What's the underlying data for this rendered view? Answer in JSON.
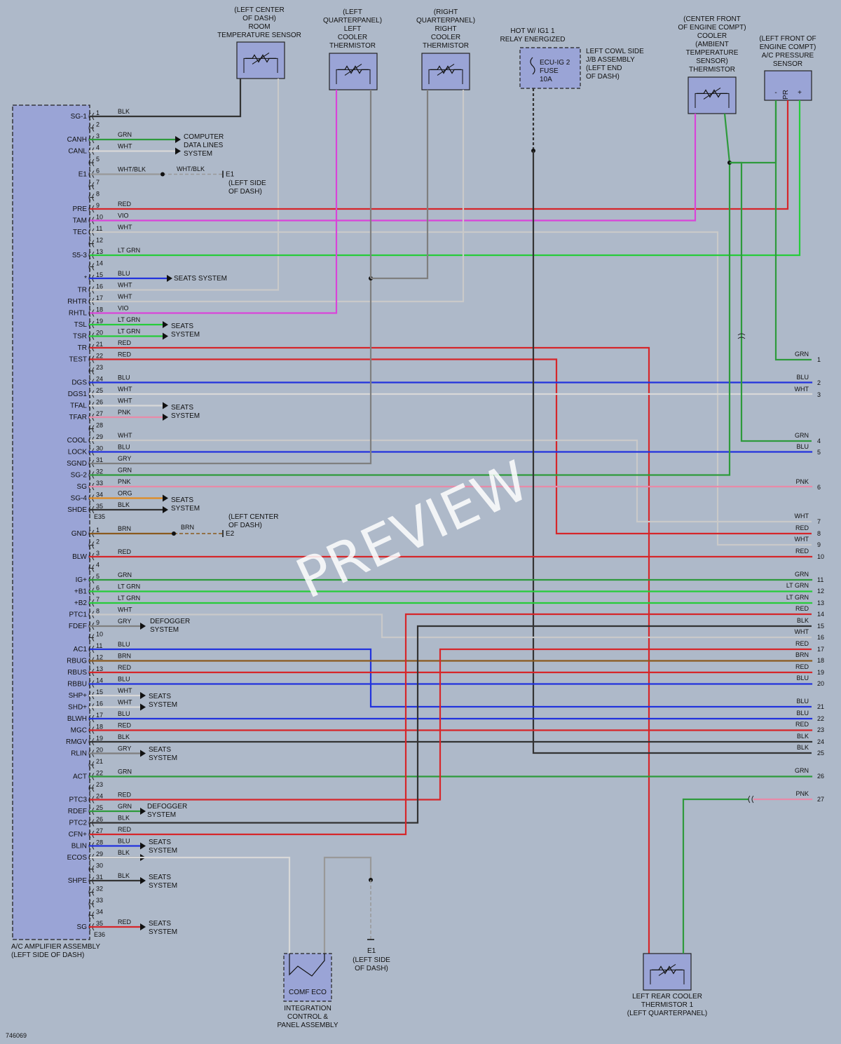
{
  "diagram_id": "746069",
  "watermark": "PREVIEW",
  "colors": {
    "background": "#aeb9c9",
    "box_fill": "#9aa4d6",
    "BLK": "#333333",
    "WHT": "#e0e0e0",
    "GRN": "#2e9a3c",
    "LT GRN": "#26cc3a",
    "RED": "#d6262a",
    "VIO": "#d944d9",
    "BLU": "#2233dd",
    "GRY": "#7f7f7f",
    "PNK": "#e88aa8",
    "BRN": "#8a5a1e",
    "ORG": "#e08a20",
    "WHT/BLK": "#999999"
  },
  "amplifier": {
    "title_line1": "A/C AMPLIFIER ASSEMBLY",
    "title_line2": "(LEFT SIDE OF DASH)",
    "connector_top": "E35",
    "connector_bottom": "E36",
    "pins_top": [
      {
        "pin": "1",
        "sig": "SG-1",
        "color": "BLK"
      },
      {
        "pin": "2",
        "sig": "",
        "color": ""
      },
      {
        "pin": "3",
        "sig": "CANH",
        "color": "GRN"
      },
      {
        "pin": "4",
        "sig": "CANL",
        "color": "WHT"
      },
      {
        "pin": "5",
        "sig": "",
        "color": ""
      },
      {
        "pin": "6",
        "sig": "E1",
        "color": "WHT/BLK"
      },
      {
        "pin": "7",
        "sig": "",
        "color": ""
      },
      {
        "pin": "8",
        "sig": "",
        "color": ""
      },
      {
        "pin": "9",
        "sig": "PRE",
        "color": "RED"
      },
      {
        "pin": "10",
        "sig": "TAM",
        "color": "VIO"
      },
      {
        "pin": "11",
        "sig": "TEC",
        "color": "WHT"
      },
      {
        "pin": "12",
        "sig": "",
        "color": ""
      },
      {
        "pin": "13",
        "sig": "S5-3",
        "color": "LT GRN"
      },
      {
        "pin": "14",
        "sig": "",
        "color": ""
      },
      {
        "pin": "15",
        "sig": "*",
        "color": "BLU"
      },
      {
        "pin": "16",
        "sig": "TR",
        "color": "WHT"
      },
      {
        "pin": "17",
        "sig": "RHTR",
        "color": "WHT"
      },
      {
        "pin": "18",
        "sig": "RHTL",
        "color": "VIO"
      },
      {
        "pin": "19",
        "sig": "TSL",
        "color": "LT GRN"
      },
      {
        "pin": "20",
        "sig": "TSR",
        "color": "LT GRN"
      },
      {
        "pin": "21",
        "sig": "TR",
        "color": "RED"
      },
      {
        "pin": "22",
        "sig": "TEST",
        "color": "RED"
      },
      {
        "pin": "23",
        "sig": "",
        "color": ""
      },
      {
        "pin": "24",
        "sig": "DGS",
        "color": "BLU"
      },
      {
        "pin": "25",
        "sig": "DGS1",
        "color": "WHT"
      },
      {
        "pin": "26",
        "sig": "TFAL",
        "color": "WHT"
      },
      {
        "pin": "27",
        "sig": "TFAR",
        "color": "PNK"
      },
      {
        "pin": "28",
        "sig": "",
        "color": ""
      },
      {
        "pin": "29",
        "sig": "COOL",
        "color": "WHT"
      },
      {
        "pin": "30",
        "sig": "LOCK",
        "color": "BLU"
      },
      {
        "pin": "31",
        "sig": "SGND",
        "color": "GRY"
      },
      {
        "pin": "32",
        "sig": "SG-2",
        "color": "GRN"
      },
      {
        "pin": "33",
        "sig": "SG",
        "color": "PNK"
      },
      {
        "pin": "34",
        "sig": "SG-4",
        "color": "ORG"
      },
      {
        "pin": "35",
        "sig": "SHDE",
        "color": "BLK"
      }
    ],
    "pins_bottom": [
      {
        "pin": "1",
        "sig": "GND",
        "color": "BRN"
      },
      {
        "pin": "2",
        "sig": "",
        "color": ""
      },
      {
        "pin": "3",
        "sig": "BLW",
        "color": "RED"
      },
      {
        "pin": "4",
        "sig": "",
        "color": ""
      },
      {
        "pin": "5",
        "sig": "IG+",
        "color": "GRN"
      },
      {
        "pin": "6",
        "sig": "+B1",
        "color": "LT GRN"
      },
      {
        "pin": "7",
        "sig": "+B2",
        "color": "LT GRN"
      },
      {
        "pin": "8",
        "sig": "PTC1",
        "color": "WHT"
      },
      {
        "pin": "9",
        "sig": "FDEF",
        "color": "GRY"
      },
      {
        "pin": "10",
        "sig": "",
        "color": ""
      },
      {
        "pin": "11",
        "sig": "AC1",
        "color": "BLU"
      },
      {
        "pin": "12",
        "sig": "RBUG",
        "color": "BRN"
      },
      {
        "pin": "13",
        "sig": "RBUS",
        "color": "RED"
      },
      {
        "pin": "14",
        "sig": "RBBU",
        "color": "BLU"
      },
      {
        "pin": "15",
        "sig": "SHP+",
        "color": "WHT"
      },
      {
        "pin": "16",
        "sig": "SHD+",
        "color": "WHT"
      },
      {
        "pin": "17",
        "sig": "BLWH",
        "color": "BLU"
      },
      {
        "pin": "18",
        "sig": "MGC",
        "color": "RED"
      },
      {
        "pin": "19",
        "sig": "RMGV",
        "color": "BLK"
      },
      {
        "pin": "20",
        "sig": "RLIN",
        "color": "GRY"
      },
      {
        "pin": "21",
        "sig": "",
        "color": ""
      },
      {
        "pin": "22",
        "sig": "ACT",
        "color": "GRN"
      },
      {
        "pin": "23",
        "sig": "",
        "color": ""
      },
      {
        "pin": "24",
        "sig": "PTC3",
        "color": "RED"
      },
      {
        "pin": "25",
        "sig": "RDEF",
        "color": "GRN"
      },
      {
        "pin": "26",
        "sig": "PTC2",
        "color": "BLK"
      },
      {
        "pin": "27",
        "sig": "CFN+",
        "color": "RED"
      },
      {
        "pin": "28",
        "sig": "BLIN",
        "color": "BLU"
      },
      {
        "pin": "29",
        "sig": "ECOS",
        "color": "BLK"
      },
      {
        "pin": "30",
        "sig": "",
        "color": ""
      },
      {
        "pin": "31",
        "sig": "SHPE",
        "color": "BLK"
      },
      {
        "pin": "32",
        "sig": "",
        "color": ""
      },
      {
        "pin": "33",
        "sig": "",
        "color": ""
      },
      {
        "pin": "34",
        "sig": "",
        "color": ""
      },
      {
        "pin": "35",
        "sig": "SG",
        "color": "RED"
      }
    ]
  },
  "components": {
    "room_sensor": [
      "(LEFT CENTER",
      "OF DASH)",
      "ROOM",
      "TEMPERATURE SENSOR"
    ],
    "left_thermistor": [
      "(LEFT",
      "QUARTERPANEL)",
      "LEFT",
      "COOLER",
      "THERMISTOR"
    ],
    "right_thermistor": [
      "(RIGHT",
      "QUARTERPANEL)",
      "RIGHT",
      "COOLER",
      "THERMISTOR"
    ],
    "hot_label": [
      "HOT W/ IG1 1",
      "RELAY ENERGIZED"
    ],
    "fuse": [
      "ECU-IG 2",
      "FUSE",
      "10A"
    ],
    "jb": [
      "LEFT COWL SIDE",
      "J/B ASSEMBLY",
      "(LEFT END",
      "OF DASH)"
    ],
    "ambient": [
      "(CENTER FRONT",
      "OF ENGINE COMPT)",
      "COOLER",
      "(AMBIENT",
      "TEMPERATURE",
      "SENSOR)",
      "THERMISTOR"
    ],
    "pressure": [
      "(LEFT FRONT OF",
      "ENGINE COMPT)",
      "A/C PRESSURE",
      "SENSOR"
    ],
    "pressure_pins": [
      "-",
      "PR",
      "+"
    ],
    "integration": [
      "INTEGRATION",
      "CONTROL &",
      "PANEL ASSEMBLY"
    ],
    "comf_eco": "COMF ECO",
    "rear_thermistor": [
      "LEFT REAR COOLER",
      "THERMISTOR 1",
      "(LEFT QUARTERPANEL)"
    ],
    "ground_e1_top": [
      "(LEFT SIDE",
      "OF DASH)"
    ],
    "ground_e2": [
      "(LEFT CENTER",
      "OF DASH)"
    ],
    "ground_e1_bottom": [
      "(LEFT SIDE",
      "OF DASH)"
    ]
  },
  "systems": {
    "computer_data": [
      "COMPUTER",
      "DATA LINES",
      "SYSTEM"
    ],
    "seats": [
      "SEATS",
      "SYSTEM"
    ],
    "seats_one_line": "SEATS SYSTEM",
    "defogger": [
      "DEFOGGER",
      "SYSTEM"
    ]
  },
  "right_terminals": [
    {
      "n": "1",
      "color": "GRN"
    },
    {
      "n": "2",
      "color": "BLU"
    },
    {
      "n": "3",
      "color": "WHT"
    },
    {
      "n": "4",
      "color": "GRN"
    },
    {
      "n": "5",
      "color": "BLU"
    },
    {
      "n": "6",
      "color": "PNK"
    },
    {
      "n": "7",
      "color": "WHT"
    },
    {
      "n": "8",
      "color": "RED"
    },
    {
      "n": "9",
      "color": "WHT"
    },
    {
      "n": "10",
      "color": "RED"
    },
    {
      "n": "11",
      "color": "GRN"
    },
    {
      "n": "12",
      "color": "LT GRN"
    },
    {
      "n": "13",
      "color": "LT GRN"
    },
    {
      "n": "14",
      "color": "RED"
    },
    {
      "n": "15",
      "color": "BLK"
    },
    {
      "n": "16",
      "color": "WHT"
    },
    {
      "n": "17",
      "color": "RED"
    },
    {
      "n": "18",
      "color": "BRN"
    },
    {
      "n": "19",
      "color": "RED"
    },
    {
      "n": "20",
      "color": "BLU"
    },
    {
      "n": "21",
      "color": "BLU"
    },
    {
      "n": "22",
      "color": "BLU"
    },
    {
      "n": "23",
      "color": "RED"
    },
    {
      "n": "24",
      "color": "BLK"
    },
    {
      "n": "25",
      "color": "BLK"
    },
    {
      "n": "26",
      "color": "GRN"
    },
    {
      "n": "27",
      "color": "PNK"
    }
  ]
}
